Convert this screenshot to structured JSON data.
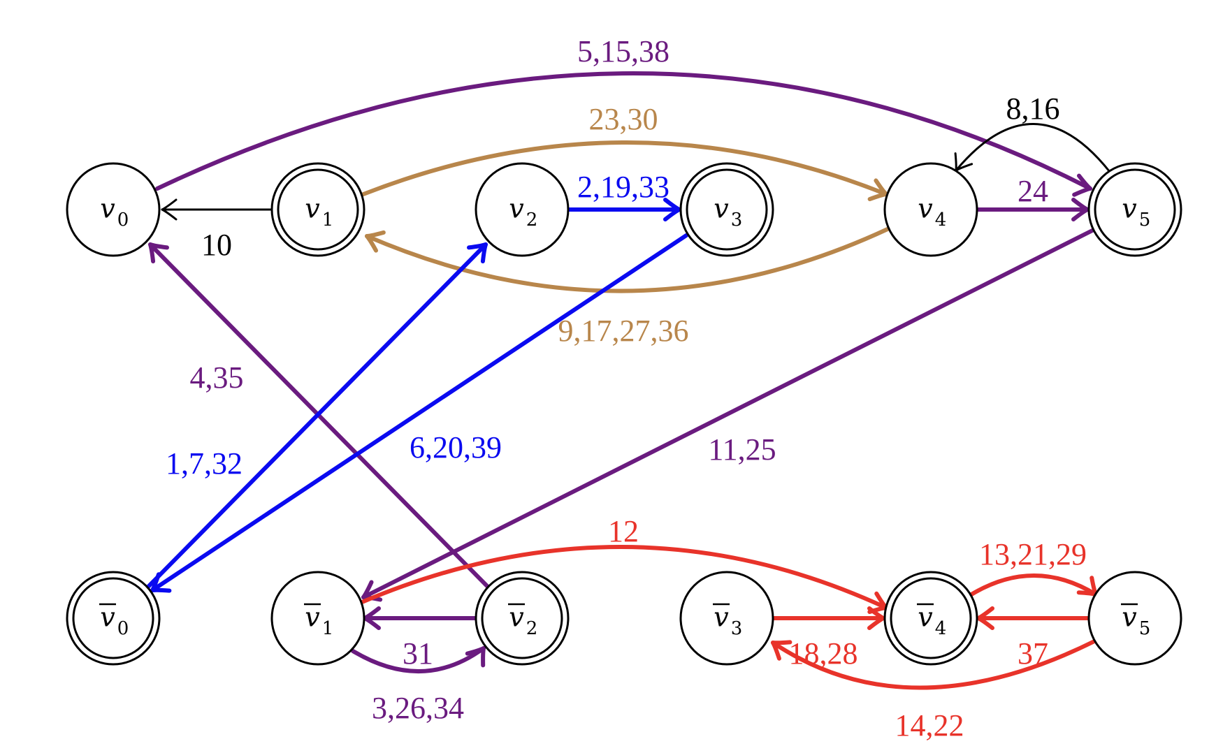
{
  "colors": {
    "black": "#000000",
    "purple": "#6a1b7f",
    "tan": "#b8864b",
    "blue": "#0a0af0",
    "red": "#e8332a"
  },
  "nodes": [
    {
      "id": "v0",
      "base": "v",
      "sub": "0",
      "bar": false,
      "accepting": false
    },
    {
      "id": "v1",
      "base": "v",
      "sub": "1",
      "bar": false,
      "accepting": true
    },
    {
      "id": "v2",
      "base": "v",
      "sub": "2",
      "bar": false,
      "accepting": false
    },
    {
      "id": "v3",
      "base": "v",
      "sub": "3",
      "bar": false,
      "accepting": true
    },
    {
      "id": "v4",
      "base": "v",
      "sub": "4",
      "bar": false,
      "accepting": false
    },
    {
      "id": "v5",
      "base": "v",
      "sub": "5",
      "bar": false,
      "accepting": true
    },
    {
      "id": "vb0",
      "base": "v",
      "sub": "0",
      "bar": true,
      "accepting": true
    },
    {
      "id": "vb1",
      "base": "v",
      "sub": "1",
      "bar": true,
      "accepting": false
    },
    {
      "id": "vb2",
      "base": "v",
      "sub": "2",
      "bar": true,
      "accepting": true
    },
    {
      "id": "vb3",
      "base": "v",
      "sub": "3",
      "bar": true,
      "accepting": false
    },
    {
      "id": "vb4",
      "base": "v",
      "sub": "4",
      "bar": true,
      "accepting": true
    },
    {
      "id": "vb5",
      "base": "v",
      "sub": "5",
      "bar": true,
      "accepting": false
    }
  ],
  "edges": [
    {
      "from": "v0",
      "to": "v5",
      "label": "5,15,38",
      "color": "purple"
    },
    {
      "from": "v1",
      "to": "v4",
      "label": "23,30",
      "color": "tan"
    },
    {
      "from": "v5",
      "to": "v4",
      "label": "8,16",
      "color": "black"
    },
    {
      "from": "v2",
      "to": "v3",
      "label": "2,19,33",
      "color": "blue"
    },
    {
      "from": "v4",
      "to": "v5",
      "label": "24",
      "color": "purple"
    },
    {
      "from": "v1",
      "to": "v0",
      "label": "10",
      "color": "black"
    },
    {
      "from": "v4",
      "to": "v1",
      "label": "9,17,27,36",
      "color": "tan"
    },
    {
      "from": "vb2",
      "to": "v0",
      "label": "4,35",
      "color": "purple"
    },
    {
      "from": "vb0",
      "to": "v2",
      "label": "1,7,32",
      "color": "blue"
    },
    {
      "from": "v3",
      "to": "vb0",
      "label": "6,20,39",
      "color": "blue"
    },
    {
      "from": "v5",
      "to": "vb1",
      "label": "11,25",
      "color": "purple"
    },
    {
      "from": "vb1",
      "to": "vb4",
      "label": "12",
      "color": "red"
    },
    {
      "from": "vb4",
      "to": "vb5",
      "label": "13,21,29",
      "color": "red"
    },
    {
      "from": "vb2",
      "to": "vb1",
      "label": "31",
      "color": "purple"
    },
    {
      "from": "vb1",
      "to": "vb2",
      "label": "3,26,34",
      "color": "purple"
    },
    {
      "from": "vb3",
      "to": "vb4",
      "label": "18,28",
      "color": "red"
    },
    {
      "from": "vb5",
      "to": "vb4",
      "label": "37",
      "color": "red"
    },
    {
      "from": "vb5",
      "to": "vb3",
      "label": "14,22",
      "color": "red"
    }
  ]
}
